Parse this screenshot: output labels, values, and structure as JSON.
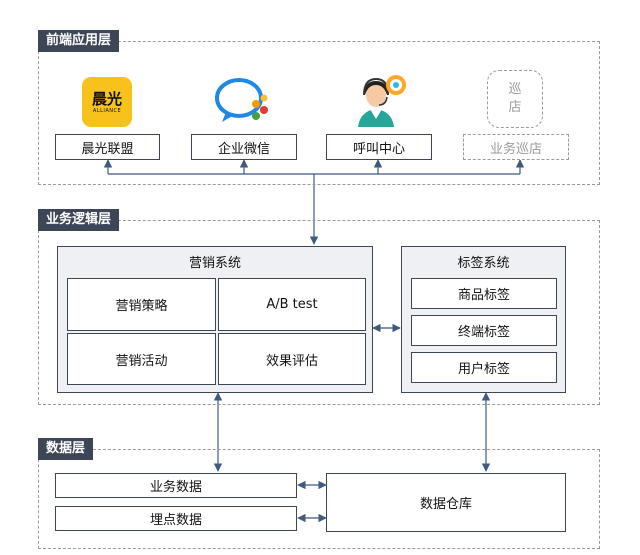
{
  "layers": {
    "frontend": "前端应用层",
    "logic": "业务逻辑层",
    "data": "数据层"
  },
  "apps": {
    "chenguang": {
      "label": "晨光联盟",
      "logo_main": "晨光",
      "logo_sub": "ALLIANCE",
      "logo_color": "#f7c21c"
    },
    "wecom": {
      "label": "企业微信"
    },
    "callcenter": {
      "label": "呼叫中心"
    },
    "xundian": {
      "label": "业务巡店",
      "logo_line1": "巡",
      "logo_line2": "店"
    }
  },
  "marketing": {
    "title": "营销系统",
    "cells": [
      "营销策略",
      "A/B test",
      "营销活动",
      "效果评估"
    ]
  },
  "tagging": {
    "title": "标签系统",
    "items": [
      "商品标签",
      "终端标签",
      "用户标签"
    ]
  },
  "datalayer": {
    "business": "业务数据",
    "tracking": "埋点数据",
    "warehouse": "数据仓库"
  },
  "colors": {
    "dark": "#3c4656",
    "arrow": "#3d5a80",
    "panel_bg": "#eef0f4",
    "dashed": "#9a9a9a"
  }
}
